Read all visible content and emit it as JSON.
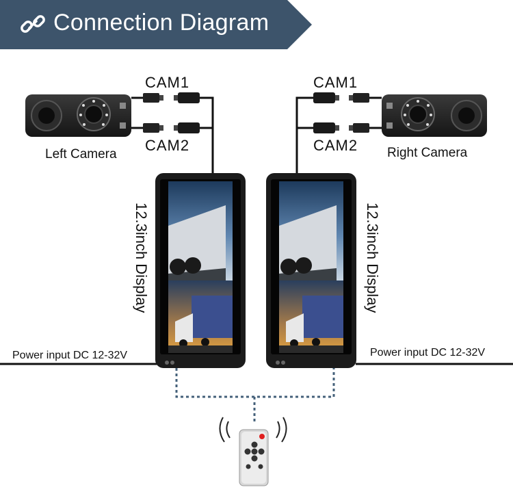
{
  "header": {
    "title": "Connection Diagram",
    "icon": "link-icon"
  },
  "left_camera": {
    "label": "Left Camera",
    "cam1": "CAM1",
    "cam2": "CAM2"
  },
  "right_camera": {
    "label": "Right Camera",
    "cam1": "CAM1",
    "cam2": "CAM2"
  },
  "left_display": {
    "label": "12.3inch Display",
    "power": "Power input DC 12-32V"
  },
  "right_display": {
    "label": "12.3inch Display",
    "power": "Power input DC 12-32V"
  },
  "colors": {
    "banner": "#3d546b",
    "cable": "#111111",
    "dotted": "#44607a",
    "remote_button": "#e02020"
  },
  "remote": {
    "icon": "remote-control-icon"
  }
}
